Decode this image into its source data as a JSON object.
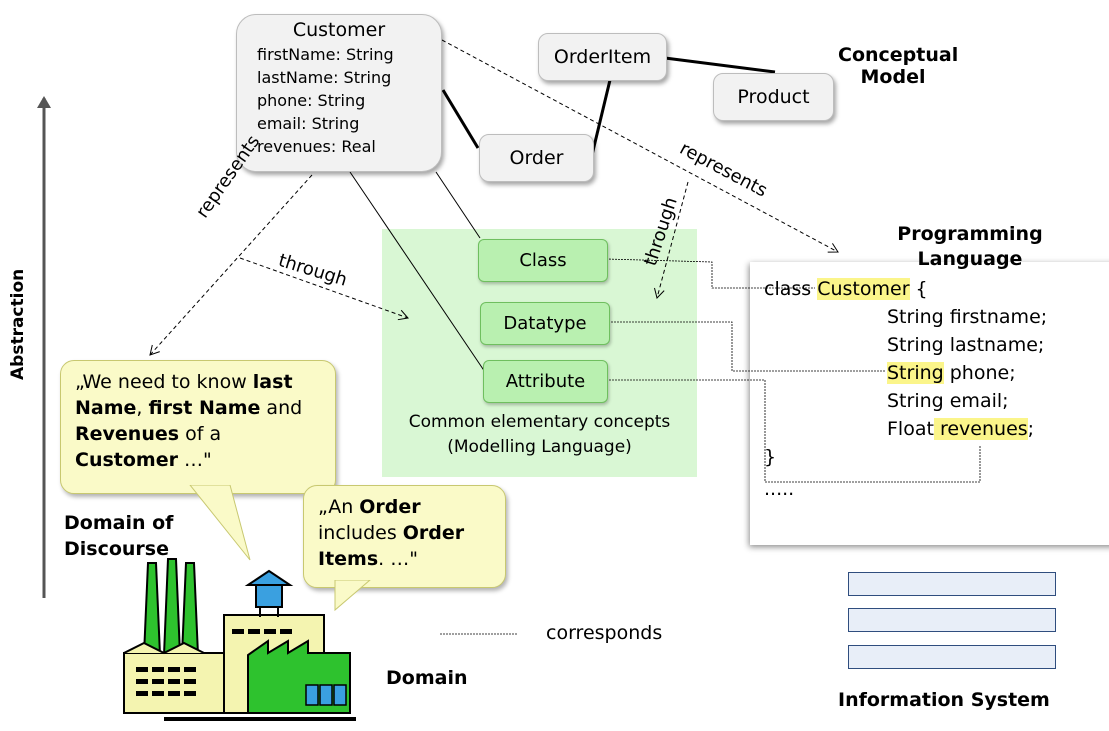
{
  "conceptual": {
    "customer_title": "Customer",
    "customer_attributes": [
      "firstName: String",
      "lastName: String",
      "phone: String",
      "email: String",
      "revenues: Real"
    ],
    "orderitem": "OrderItem",
    "order": "Order",
    "product": "Product",
    "heading_line1": "Conceptual",
    "heading_line2": "Model"
  },
  "modelling": {
    "class": "Class",
    "datatype": "Datatype",
    "attribute": "Attribute",
    "caption_line1": "Common elementary concepts",
    "caption_line2": "(Modelling Language)"
  },
  "relations": {
    "represents_left": "represents",
    "represents_right": "represents",
    "through_left": "through",
    "through_right": "through",
    "corresponds": "corresponds"
  },
  "axis": {
    "label": "Abstraction"
  },
  "programming": {
    "heading_line1": "Programming",
    "heading_line2": "Language",
    "class_kw": "class ",
    "class_name": "Customer",
    "open_brace": " {",
    "line1": "String firstname;",
    "line2": "String lastname;",
    "line3_type": "String",
    "line3_rest": " phone;",
    "line4": "String email;",
    "line5_type": "Float",
    "line5_name": " revenues",
    "line5_end": ";",
    "close_brace": "}",
    "ellipsis": "....."
  },
  "callout1": {
    "p1": "„We need to know ",
    "b1": "last Name",
    "p2": ", ",
    "b2": "first Name",
    "p3": " and ",
    "b3": "Revenues",
    "p4": " of a ",
    "b4": "Customer",
    "p5": " …\""
  },
  "callout2": {
    "p1": "„An ",
    "b1": "Order",
    "p2": " includes ",
    "b2": "Order Items",
    "p3": ". …\""
  },
  "domain": {
    "discourse_line1": "Domain of",
    "discourse_line2": "Discourse",
    "label": "Domain"
  },
  "information_system": {
    "label": "Information System"
  },
  "colors": {
    "green_box": "#b9f0b0",
    "green_panel": "#d9f7d4",
    "highlight": "#fbf58a",
    "callout": "#fafac8",
    "factory_green": "#2ec22e",
    "factory_yellow": "#f4f4b0",
    "is_border": "#2f4d7e"
  }
}
